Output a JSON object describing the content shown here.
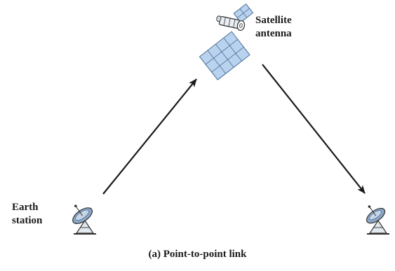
{
  "diagram": {
    "satellite_label": [
      "Satellite",
      "antenna"
    ],
    "earth_label": [
      "Earth",
      "station"
    ],
    "caption": "(a) Point-to-point link"
  },
  "icons": {
    "satellite": "satellite-icon",
    "earth_station_left": "dish-antenna-icon",
    "earth_station_right": "dish-antenna-icon",
    "uplink": "arrow-icon",
    "downlink": "arrow-icon"
  },
  "colors": {
    "panel": "#b9d3ee",
    "panel_stroke": "#4a6d96",
    "arrow": "#1a1a1a",
    "dish": "#8aa6c4",
    "text": "#1a1a1a"
  }
}
